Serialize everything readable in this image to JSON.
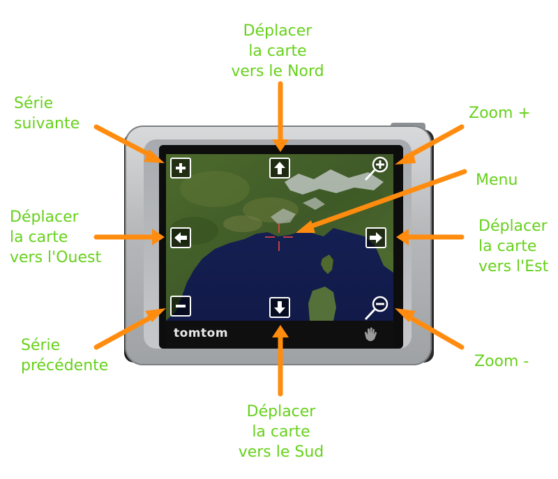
{
  "labels": {
    "north": [
      "Déplacer",
      "la carte",
      "vers le Nord"
    ],
    "next_series": [
      "Série",
      "suivante"
    ],
    "zoom_in": "Zoom +",
    "menu": "Menu",
    "west": [
      "Déplacer",
      "la carte",
      "vers l'Ouest"
    ],
    "east": [
      "Déplacer",
      "la carte",
      "vers l'Est"
    ],
    "previous_series": [
      "Série",
      "précédente"
    ],
    "zoom_out": "Zoom -",
    "south": [
      "Déplacer",
      "la carte",
      "vers le Sud"
    ]
  },
  "device": {
    "brand": "tomtom"
  },
  "colors": {
    "label": "#66d11a",
    "arrow": "#ff8c0f",
    "crosshair": "#ff4a3a"
  },
  "icons": {
    "plus_button": "plus-icon",
    "minus_button": "minus-icon",
    "up_button": "arrow-up-icon",
    "down_button": "arrow-down-icon",
    "left_button": "arrow-left-icon",
    "right_button": "arrow-right-icon",
    "zoom_in_button": "magnifier-plus-icon",
    "zoom_out_button": "magnifier-minus-icon",
    "crosshair": "crosshair-icon",
    "hand": "hand-icon"
  }
}
